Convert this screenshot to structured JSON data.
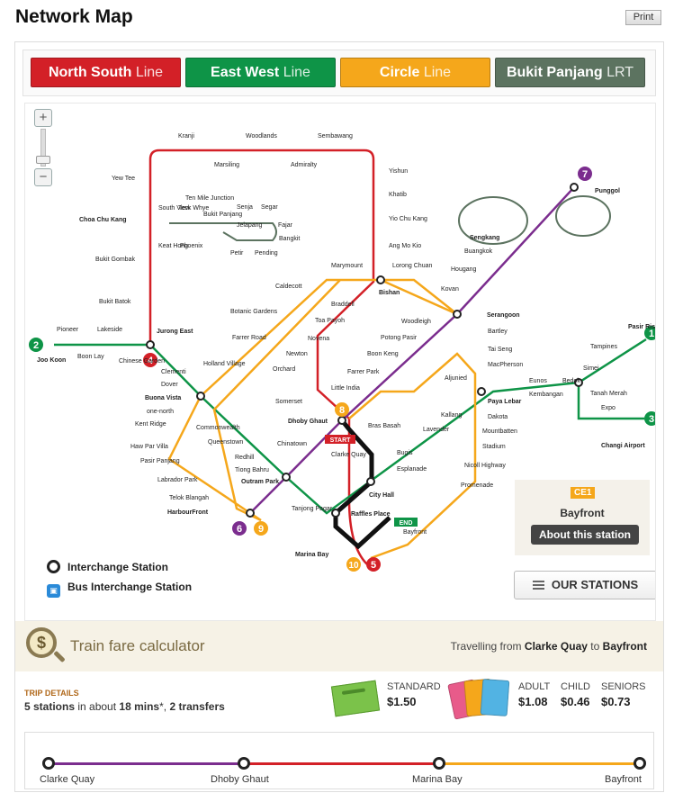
{
  "page": {
    "title": "Network Map",
    "print_label": "Print"
  },
  "lines": [
    {
      "name": "North South",
      "suffix": "Line",
      "color": "#d32027"
    },
    {
      "name": "East West",
      "suffix": "Line",
      "color": "#0e9447"
    },
    {
      "name": "Circle",
      "suffix": "Line",
      "color": "#f5a71b"
    },
    {
      "name": "Bukit Panjang",
      "suffix": "LRT",
      "color": "#5c7360"
    }
  ],
  "map": {
    "zoom_in": "+",
    "zoom_out": "−",
    "line_numbers": [
      "1",
      "2",
      "3",
      "4",
      "5",
      "6",
      "7",
      "8",
      "9",
      "10"
    ],
    "stations": [
      "Kranji",
      "Woodlands",
      "Sembawang",
      "Marsiling",
      "Admiralty",
      "Yishun",
      "Khatib",
      "Yio Chu Kang",
      "Ang Mo Kio",
      "Yew Tee",
      "Choa Chu Kang",
      "Bukit Gombak",
      "Bukit Batok",
      "Jurong East",
      "Pioneer",
      "Lakeside",
      "Joo Koon",
      "Boon Lay",
      "Chinese Garden",
      "Clementi",
      "Dover",
      "Buona Vista",
      "one-north",
      "Kent Ridge",
      "Haw Par Villa",
      "Pasir Panjang",
      "Labrador Park",
      "Telok Blangah",
      "HarbourFront",
      "Commonwealth",
      "Queenstown",
      "Redhill",
      "Tiong Bahru",
      "Outram Park",
      "Chinatown",
      "Tanjong Pagar",
      "Clarke Quay",
      "Dhoby Ghaut",
      "Somerset",
      "Orchard",
      "Newton",
      "Novena",
      "Toa Payoh",
      "Braddell",
      "Bishan",
      "Marymount",
      "Lorong Chuan",
      "Caldecott",
      "Botanic Gardens",
      "Farrer Road",
      "Holland Village",
      "Little India",
      "Farrer Park",
      "Boon Keng",
      "Potong Pasir",
      "Woodleigh",
      "Serangoon",
      "Kovan",
      "Hougang",
      "Buangkok",
      "Sengkang",
      "Punggol",
      "Bartley",
      "Tai Seng",
      "MacPherson",
      "Aljunied",
      "Kallang",
      "Lavender",
      "Bugis",
      "Bras Basah",
      "Esplanade",
      "Promenade",
      "City Hall",
      "Raffles Place",
      "Marina Bay",
      "Bayfront",
      "Nicoll Highway",
      "Stadium",
      "Mountbatten",
      "Dakota",
      "Paya Lebar",
      "Eunos",
      "Kembangan",
      "Bedok",
      "Tanah Merah",
      "Simei",
      "Tampines",
      "Pasir Ris",
      "Expo",
      "Changi Airport",
      "Ten Mile Junction",
      "Bukit Panjang",
      "South View",
      "Keat Hong",
      "Teck Whye",
      "Phoenix",
      "Senja",
      "Jelapang",
      "Segar",
      "Fajar",
      "Bangkit",
      "Pending",
      "Petir"
    ],
    "start_label": "START",
    "end_label": "END",
    "legend_interchange": "Interchange Station",
    "legend_bus": "Bus Interchange Station",
    "selected": {
      "code": "CE1",
      "name": "Bayfront",
      "button": "About this station"
    },
    "our_stations": "OUR STATIONS"
  },
  "fare": {
    "icon": "$",
    "title": "Train fare calculator",
    "travel_prefix": "Travelling from",
    "from": "Clarke Quay",
    "travel_mid": "to",
    "to": "Bayfront",
    "trip_label": "TRIP DETAILS",
    "stations": "5 stations",
    "in_about": "in about",
    "mins": "18 mins",
    "star": "*, ",
    "transfers": "2 transfers",
    "standard_label": "STANDARD",
    "standard_value": "$1.50",
    "adult_label": "ADULT",
    "adult_value": "$1.08",
    "child_label": "CHILD",
    "child_value": "$0.46",
    "seniors_label": "SENIORS",
    "seniors_value": "$0.73"
  },
  "route": {
    "stops": [
      "Clarke Quay",
      "Dhoby Ghaut",
      "Marina Bay",
      "Bayfront"
    ],
    "colors": [
      "#7b2d8e",
      "#d32027",
      "#f5a71b"
    ]
  }
}
